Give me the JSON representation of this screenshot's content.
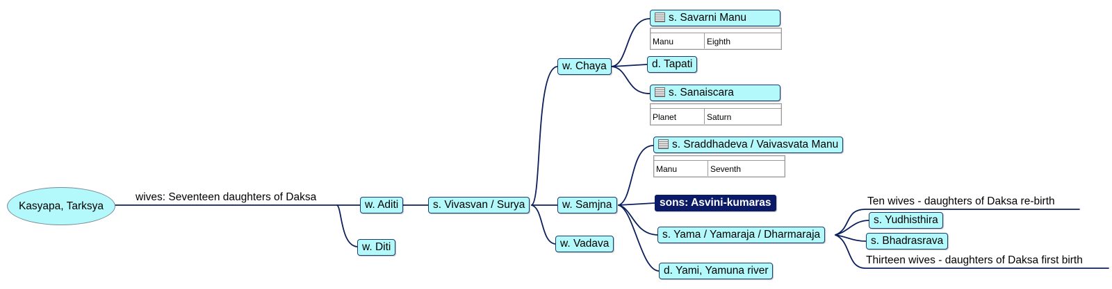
{
  "root": {
    "label": "Kasyapa, Tarksya"
  },
  "root_link_label": "wives: Seventeen daughters of Daksa",
  "wives": {
    "aditi": "w. Aditi",
    "diti": "w. Diti"
  },
  "son_vivasvan": "s. Vivasvan / Surya",
  "vivasvan_wives": {
    "chaya": "w. Chaya",
    "samjna": "w. Samjna",
    "vadava": "w. Vadava"
  },
  "chaya_children": {
    "savarni": {
      "label": "s. Savarni Manu",
      "table": {
        "key": "Manu",
        "value": "Eighth"
      }
    },
    "tapati": {
      "label": "d. Tapati"
    },
    "sanaiscara": {
      "label": "s. Sanaiscara",
      "table": {
        "key": "Planet",
        "value": "Saturn"
      }
    }
  },
  "samjna_children": {
    "sraddhadeva": {
      "label": "s. Sraddhadeva / Vaivasvata Manu",
      "table": {
        "key": "Manu",
        "value": "Seventh"
      }
    },
    "asvini": {
      "label": "sons: Asvini-kumaras"
    },
    "yama": {
      "label": "s. Yama / Yamaraja / Dharmaraja"
    },
    "yami": {
      "label": "d. Yami, Yamuna river"
    }
  },
  "yama_children": {
    "ten_wives": "Ten wives - daughters of Daksa re-birth",
    "yudhisthira": "s. Yudhisthira",
    "bhadrasrava": "s. Bhadrasrava",
    "thirteen_wives": "Thirteen wives - daughters of Daksa first birth"
  },
  "colors": {
    "node_fill": "#b3f9fb",
    "node_border": "#1a3d6e",
    "link": "#0b1f5c",
    "highlight_fill": "#0b1a66",
    "highlight_text": "#ffffff"
  },
  "icons": {
    "table": "table-icon"
  }
}
